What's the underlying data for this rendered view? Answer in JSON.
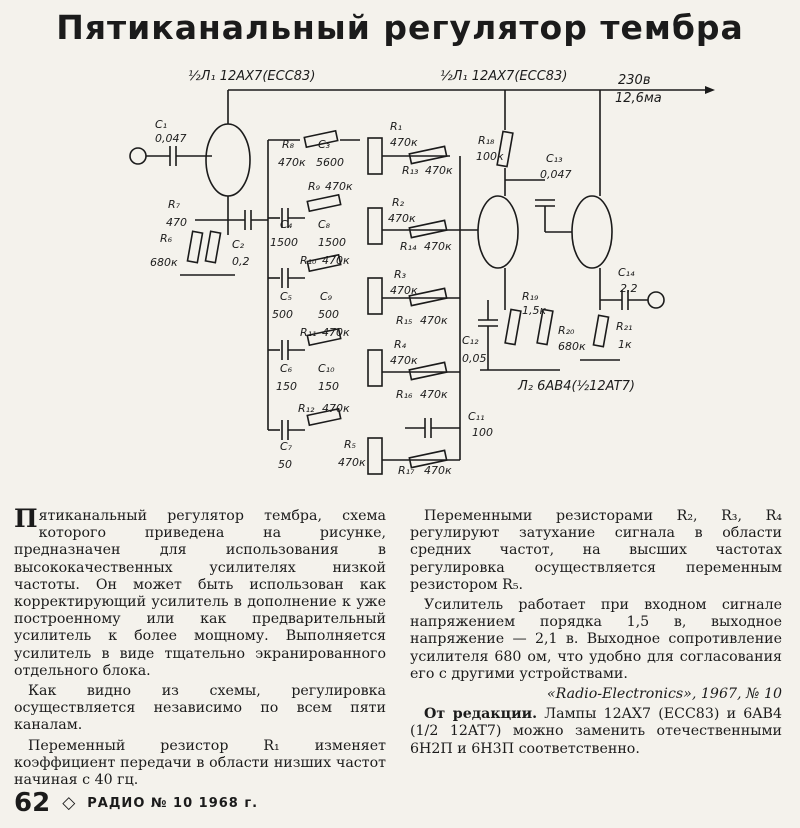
{
  "title": "Пятиканальный регулятор тембра",
  "schematic": {
    "tube1_label": "½Л₁ 12AX7(ECC83)",
    "tube2_label": "½Л₁ 12AX7(ECC83)",
    "tube3_label": "Л₂ 6AB4(½12AT7)",
    "supply_voltage": "230в",
    "supply_current": "12,6ма",
    "components": [
      {
        "name": "C₁",
        "value": "0,047"
      },
      {
        "name": "R₇",
        "value": "470"
      },
      {
        "name": "R₆",
        "value": "680к"
      },
      {
        "name": "C₂",
        "value": "0,2"
      },
      {
        "name": "R₈",
        "value": "470к"
      },
      {
        "name": "C₃",
        "value": "5600"
      },
      {
        "name": "R₁",
        "value": "470к"
      },
      {
        "name": "R₁₃",
        "value": "470к"
      },
      {
        "name": "R₉",
        "value": "470к"
      },
      {
        "name": "C₄",
        "value": "1500"
      },
      {
        "name": "C₈",
        "value": "1500"
      },
      {
        "name": "R₂",
        "value": "470к"
      },
      {
        "name": "R₁₄",
        "value": "470к"
      },
      {
        "name": "R₁₀",
        "value": "470к"
      },
      {
        "name": "C₅",
        "value": "500"
      },
      {
        "name": "C₉",
        "value": "500"
      },
      {
        "name": "R₃",
        "value": "470к"
      },
      {
        "name": "R₁₅",
        "value": "470к"
      },
      {
        "name": "R₁₁",
        "value": "470к"
      },
      {
        "name": "C₆",
        "value": "150"
      },
      {
        "name": "C₁₀",
        "value": "150"
      },
      {
        "name": "R₄",
        "value": "470к"
      },
      {
        "name": "R₁₆",
        "value": "470к"
      },
      {
        "name": "R₁₂",
        "value": "470к"
      },
      {
        "name": "C₇",
        "value": "50"
      },
      {
        "name": "R₅",
        "value": "470к"
      },
      {
        "name": "R₁₇",
        "value": "470к"
      },
      {
        "name": "C₁₁",
        "value": "100"
      },
      {
        "name": "R₁₈",
        "value": "100к"
      },
      {
        "name": "C₁₃",
        "value": "0,047"
      },
      {
        "name": "R₁₉",
        "value": "1,5к"
      },
      {
        "name": "R₂₀",
        "value": "680к"
      },
      {
        "name": "C₁₂",
        "value": "0,05"
      },
      {
        "name": "C₁₄",
        "value": "2,2"
      },
      {
        "name": "R₂₁",
        "value": "1к"
      }
    ]
  },
  "column1": {
    "dropcap": "П",
    "p1": "ятиканальный регулятор тембра, схема которого приведена на рисунке, предназначен для использования в высококачественных усилителях низкой частоты. Он может быть использован как корректирующий усилитель в дополнение к уже построенному или как предварительный усилитель к более мощному. Выполняется усилитель в виде тщательно экранированного отдельного блока.",
    "p2": "Как видно из схемы, регулировка осуществляется независимо по всем пяти каналам.",
    "p3": "Переменный резистор R₁ изменяет коэффициент передачи в области низших частот начиная с 40 гц."
  },
  "column2": {
    "p1": "Переменными резисторами R₂, R₃, R₄ регулируют затухание сигнала в области средних частот, на высших частотах регулировка осуществляется переменным резистором R₅.",
    "p2": "Усилитель работает при входном сигнале напряжением порядка 1,5 в, выходное напряжение — 2,1 в. Выходное сопротивление усилителя 680 ом, что удобно для согласования его с другими устройствами.",
    "source": "«Radio-Electronics», 1967, № 10",
    "editor_head": "От редакции.",
    "editor_text": " Лампы 12AX7 (ECC83) и 6AB4 (1/2 12AT7) можно заменить отечественными 6Н2П и 6Н3П соответственно."
  },
  "footer": {
    "page_number": "62",
    "journal": "РАДИО № 10 1968 г."
  }
}
